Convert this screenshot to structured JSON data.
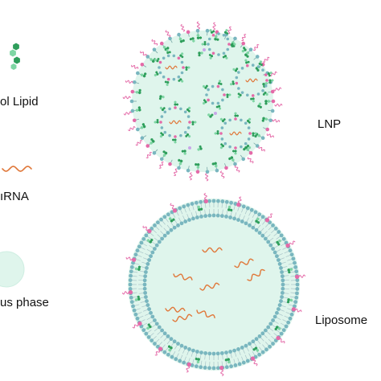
{
  "labels": {
    "lipid": "ol Lipid",
    "rna": "ıRNA",
    "aqueous": "us phase",
    "lnp": "LNP",
    "liposome": "Liposome"
  },
  "icons": {
    "lipid": "hexagon-cluster-icon",
    "rna": "wavy-strand-icon",
    "aqueous": "aqueous-circle-icon"
  },
  "colors": {
    "aqueous": "#dff5ec",
    "aqueous_edge": "#c7e9dc",
    "bilayer_head": "#79b6bf",
    "bilayer_tail": "#a9c4c8",
    "rna": "#e0783a",
    "lipid_green": "#2e9e5b",
    "lipid_light": "#7fd6a4",
    "peg_pink": "#e46aa8",
    "ionizable": "#c8a6e8"
  }
}
